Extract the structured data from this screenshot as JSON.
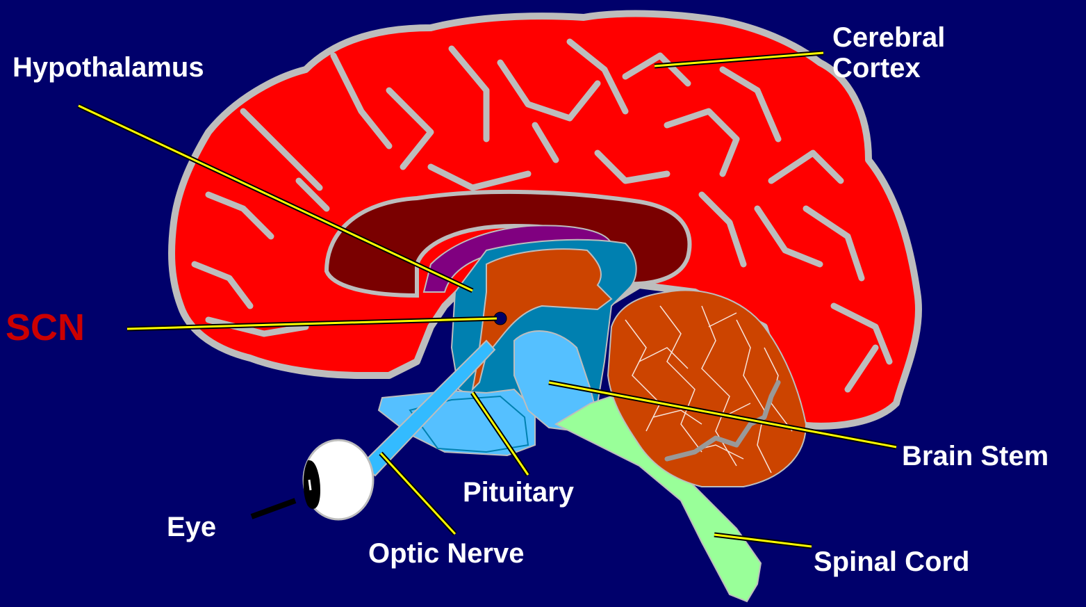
{
  "labels": {
    "cerebral_cortex": [
      "Cerebral",
      "Cortex"
    ],
    "hypothalamus": "Hypothalamus",
    "scn": "SCN",
    "brain_stem": "Brain Stem",
    "pituitary": "Pituitary",
    "eye": "Eye",
    "optic_nerve": "Optic Nerve",
    "spinal_cord": "Spinal Cord"
  },
  "colors": {
    "background": "#00006b",
    "cortex": "#ff0000",
    "cortex_outline": "#bdbdbd",
    "corpus_callosum": "#7a0000",
    "fornix": "#800080",
    "hypothalamus": "#cc4400",
    "thalamus_region": "#0080b0",
    "brain_stem": "#55c0ff",
    "cerebellum": "#cc4400",
    "spinal_cord": "#99ff99",
    "optic_nerve": "#33bbff",
    "leader_line": "#ffff00",
    "scn_label": "#cc0000"
  }
}
